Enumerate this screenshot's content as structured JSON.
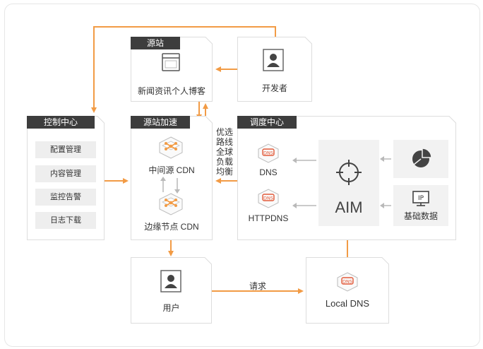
{
  "source_station": {
    "title": "源站",
    "blog_label": "新闻资讯个人博客"
  },
  "developer": {
    "label": "开发者"
  },
  "control_center": {
    "title": "控制中心",
    "items": [
      {
        "label": "配置管理"
      },
      {
        "label": "内容管理"
      },
      {
        "label": "监控告警"
      },
      {
        "label": "日志下载"
      }
    ]
  },
  "acceleration": {
    "title": "源站加速",
    "middle_cdn": "中间源 CDN",
    "edge_cdn": "边缘节点 CDN"
  },
  "routing_label": [
    "优选",
    "路线",
    "全球",
    "负载",
    "均衡"
  ],
  "dispatch_center": {
    "title": "调度中心",
    "dns": "DNS",
    "httpdns": "HTTPDNS",
    "aim": "AIM",
    "basic_data": "基础数据",
    "ip_badge": "IP",
    "dns_chip": "DNS"
  },
  "user": {
    "label": "用户"
  },
  "request_label": "请求",
  "local_dns": {
    "label": "Local DNS"
  },
  "colors": {
    "accent_orange": "#f29b45",
    "dark_tag": "#3d3d3d",
    "panel_gray": "#f2f2f2",
    "arrow_gray": "#b9b9b9",
    "chip_red": "#e25b3a"
  },
  "icons": [
    "window-icon",
    "person-icon",
    "network-node-icon",
    "crosshair-icon",
    "pie-chart-icon",
    "ip-monitor-icon",
    "dns-chip-icon"
  ]
}
